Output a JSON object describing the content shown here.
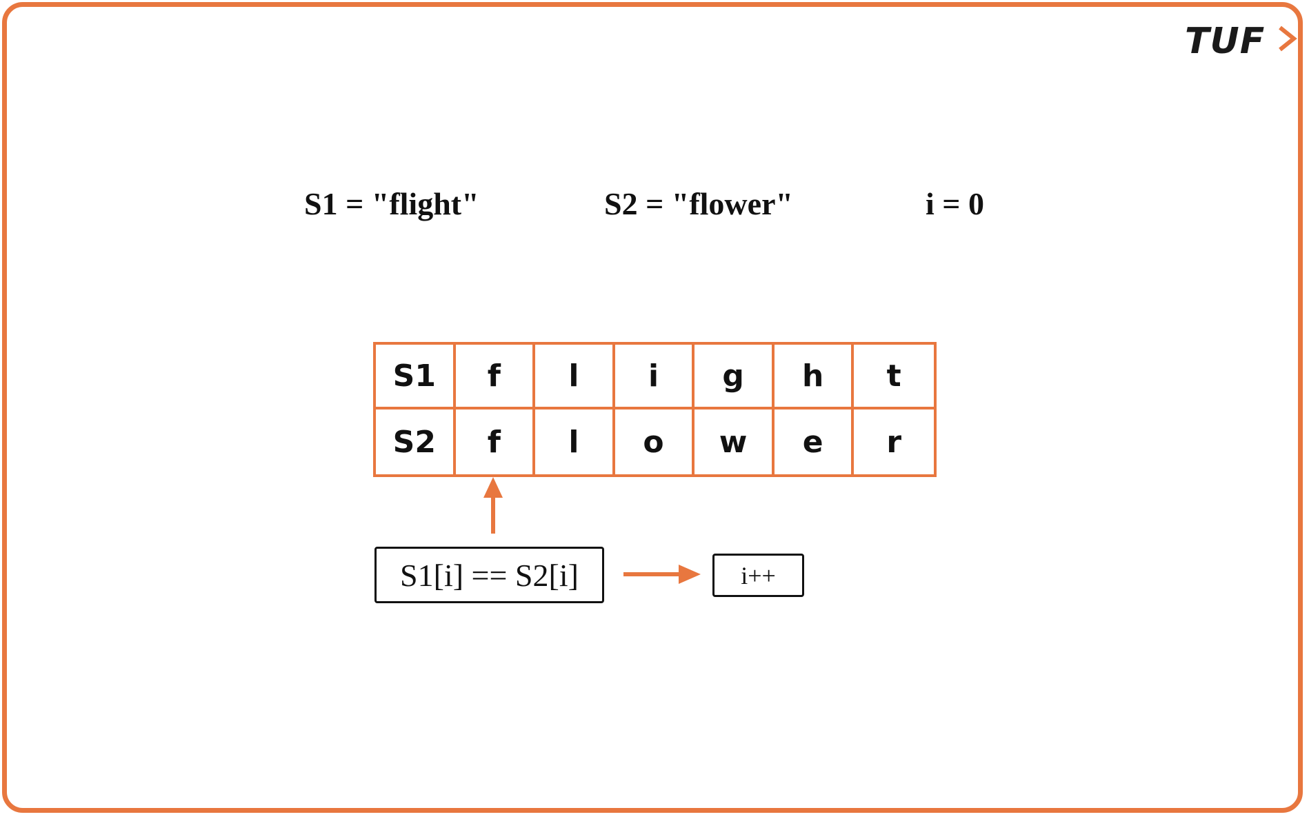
{
  "logo": {
    "text": "TUF",
    "accent_color": "#E8773F"
  },
  "header": {
    "s1_assign": "S1 = \"flight\"",
    "s2_assign": "S2 = \"flower\"",
    "i_assign": "i = 0"
  },
  "table": {
    "rows": [
      {
        "label": "S1",
        "chars": [
          "f",
          "l",
          "i",
          "g",
          "h",
          "t"
        ]
      },
      {
        "label": "S2",
        "chars": [
          "f",
          "l",
          "o",
          "w",
          "e",
          "r"
        ]
      }
    ]
  },
  "condition": {
    "text": "S1[i] == S2[i]"
  },
  "action": {
    "text": "i++"
  },
  "colors": {
    "accent": "#E8773F",
    "ink": "#111111"
  }
}
